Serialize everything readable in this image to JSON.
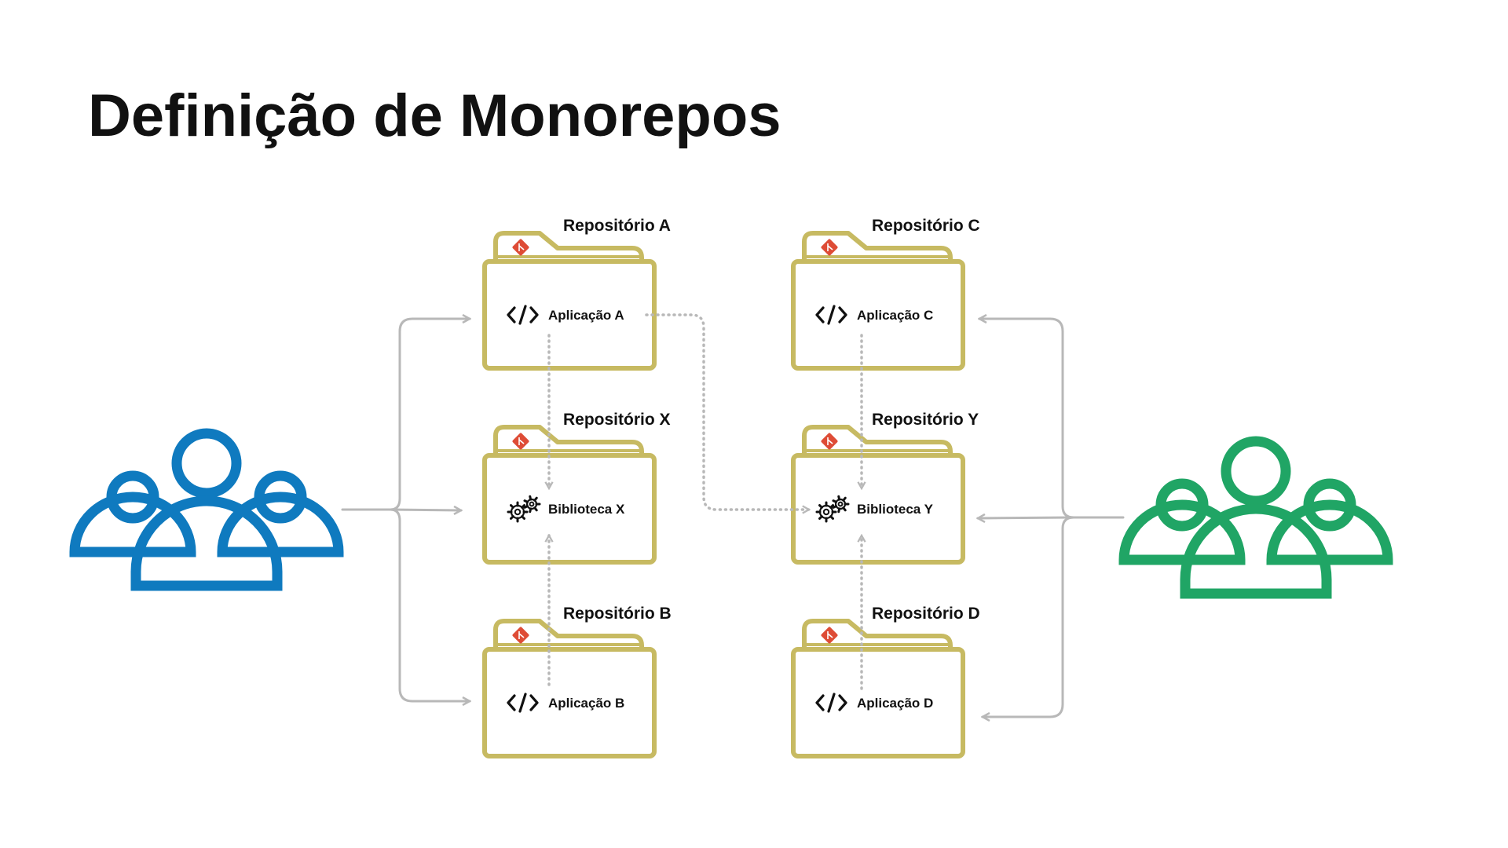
{
  "slide": {
    "title": "Definição de Monorepos"
  },
  "colors": {
    "folder": "#C7BA62",
    "git": "#DE4C36",
    "team_left": "#0F7ABF",
    "team_right": "#20A565",
    "arrow": "#B8B8B8",
    "dependency": "#B8B8B8",
    "text": "#111111"
  },
  "repositories": [
    {
      "id": "A",
      "name": "Repositório A",
      "item": "Aplicação A",
      "icon": "code-icon"
    },
    {
      "id": "X",
      "name": "Repositório X",
      "item": "Biblioteca X",
      "icon": "gears-icon"
    },
    {
      "id": "B",
      "name": "Repositório B",
      "item": "Aplicação B",
      "icon": "code-icon"
    },
    {
      "id": "C",
      "name": "Repositório C",
      "item": "Aplicação C",
      "icon": "code-icon"
    },
    {
      "id": "Y",
      "name": "Repositório Y",
      "item": "Biblioteca Y",
      "icon": "gears-icon"
    },
    {
      "id": "D",
      "name": "Repositório D",
      "item": "Aplicação D",
      "icon": "code-icon"
    }
  ],
  "teams": [
    {
      "id": "left",
      "icon": "team-icon",
      "color": "#0F7ABF",
      "accesses": [
        "A",
        "X",
        "B"
      ]
    },
    {
      "id": "right",
      "icon": "team-icon",
      "color": "#20A565",
      "accesses": [
        "C",
        "Y",
        "D"
      ]
    }
  ],
  "dependencies": [
    {
      "from": "A",
      "to": "X"
    },
    {
      "from": "B",
      "to": "X"
    },
    {
      "from": "A",
      "to": "Y"
    },
    {
      "from": "C",
      "to": "Y"
    },
    {
      "from": "D",
      "to": "Y"
    }
  ]
}
